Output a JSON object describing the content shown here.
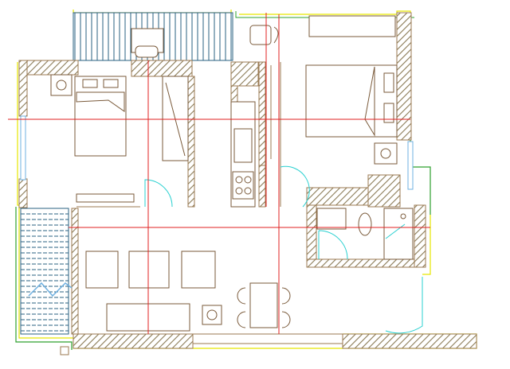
{
  "drawing": {
    "colors": {
      "background": "#ffffff",
      "wall_outline": "#9b7a52",
      "hatch": "#9a8a60",
      "outer_boundary": "#e6e600",
      "outer_green": "#2fa02f",
      "axis_red": "#e02020",
      "window_blue": "#6fb0e0",
      "door_cyan": "#28d0d0",
      "furniture": "#7a5a3a",
      "louver": "#2a6080"
    },
    "layers": [
      "walls",
      "furniture",
      "doors",
      "windows",
      "axes",
      "boundary"
    ]
  }
}
